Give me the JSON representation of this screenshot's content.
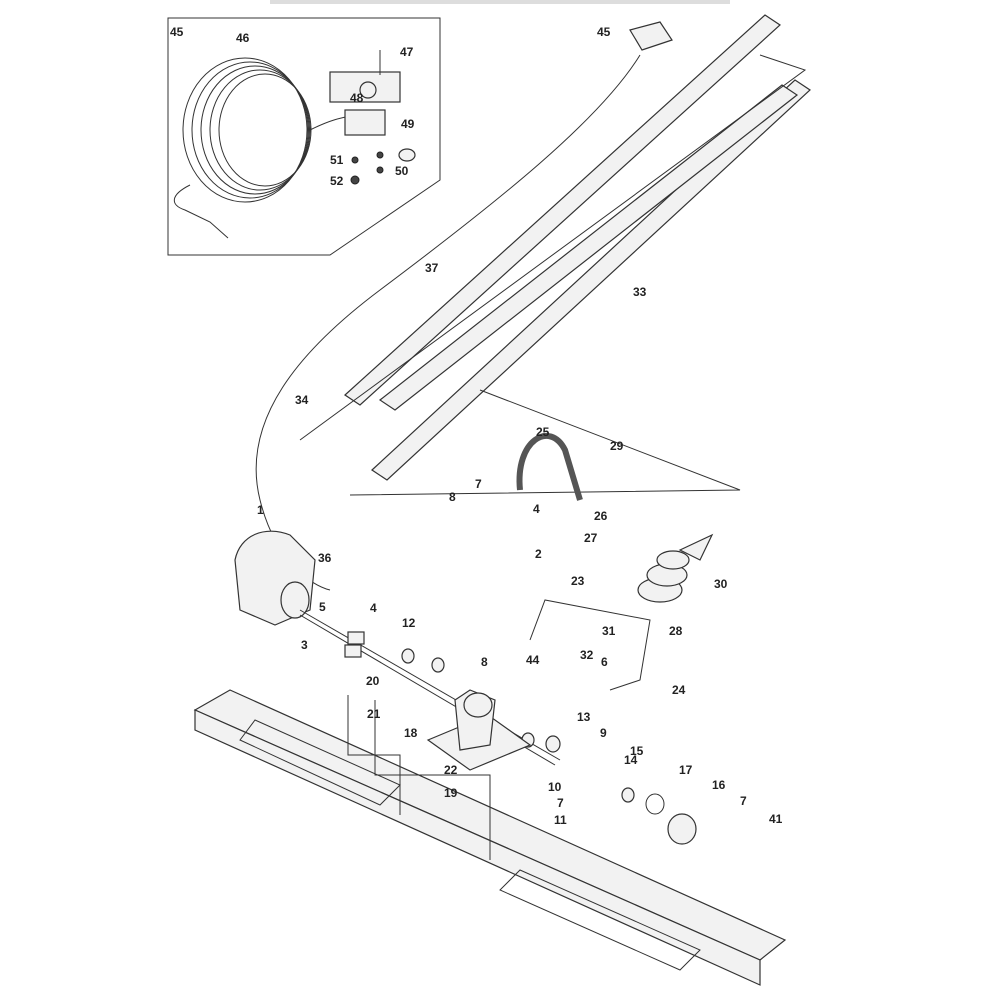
{
  "diagram": {
    "type": "exploded-parts-diagram",
    "callouts": [
      "45",
      "46",
      "47",
      "48",
      "49",
      "51",
      "52",
      "50",
      "45",
      "37",
      "33",
      "34",
      "25",
      "29",
      "8",
      "7",
      "4",
      "26",
      "27",
      "2",
      "1",
      "36",
      "30",
      "23",
      "5",
      "4",
      "12",
      "3",
      "31",
      "28",
      "32",
      "6",
      "8",
      "44",
      "20",
      "21",
      "24",
      "13",
      "9",
      "18",
      "15",
      "14",
      "17",
      "22",
      "16",
      "10",
      "7",
      "19",
      "7",
      "11",
      "41"
    ]
  }
}
